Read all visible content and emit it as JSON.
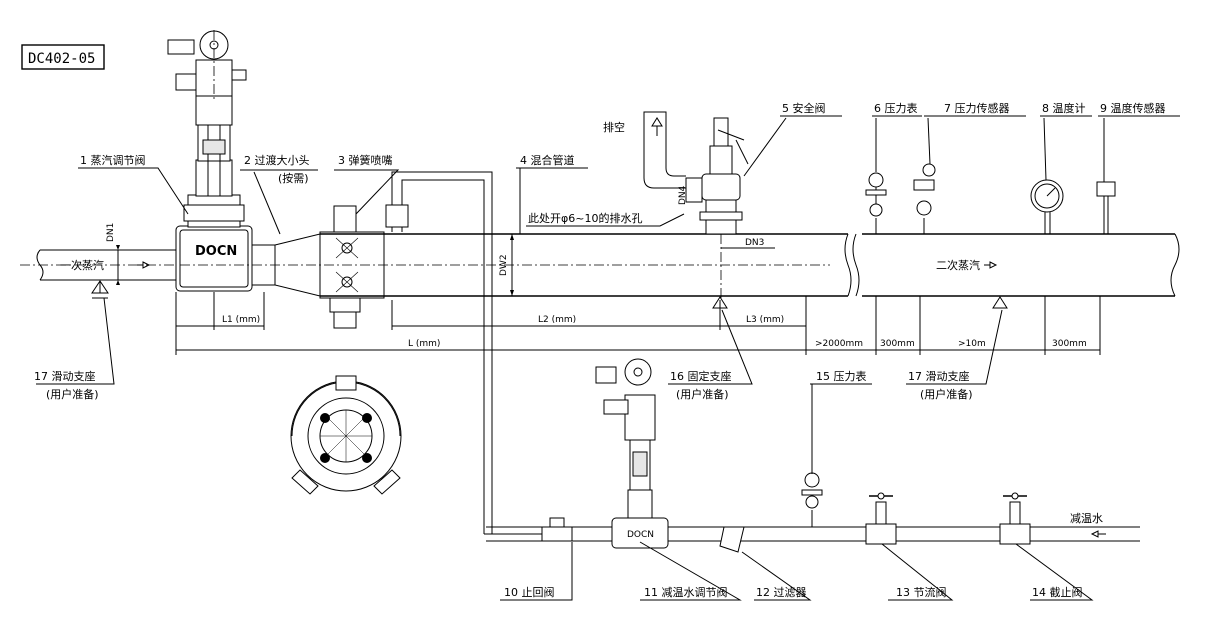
{
  "drawing_id": "DC402-05",
  "brand": "DOCN",
  "brand_small": "DOCN",
  "flow": {
    "primary_steam": "一次蒸汽",
    "secondary_steam": "二次蒸汽",
    "cooling_water": "减温水",
    "vent": "排空",
    "drain_note": "此处开φ6~10的排水孔"
  },
  "dims": {
    "dn1": "DN1",
    "dn2": "DW2",
    "dn3": "DN3",
    "dn4": "DN4",
    "l1": "L1 (mm)",
    "l2": "L2 (mm)",
    "l3": "L3 (mm)",
    "l": "L (mm)",
    "d_2000": ">2000mm",
    "d_300a": "300mm",
    "d_10m": ">10m",
    "d_300b": "300mm"
  },
  "callouts": {
    "c1": "1 蒸汽调节阀",
    "c2": "2 过渡大小头",
    "c2b": "(按需)",
    "c3": "3 弹簧喷嘴",
    "c4": "4 混合管道",
    "c5": "5 安全阀",
    "c6": "6 压力表",
    "c7": "7 压力传感器",
    "c8": "8 温度计",
    "c9": "9 温度传感器",
    "c10": "10 止回阀",
    "c11": "11 减温水调节阀",
    "c12": "12 过滤器",
    "c13": "13 节流阀",
    "c14": "14 截止阀",
    "c15": "15 压力表",
    "c16": "16 固定支座",
    "c16b": "(用户准备)",
    "c17a": "17 滑动支座",
    "c17a_b": "(用户准备)",
    "c17b": "17 滑动支座",
    "c17b_b": "(用户准备)"
  }
}
